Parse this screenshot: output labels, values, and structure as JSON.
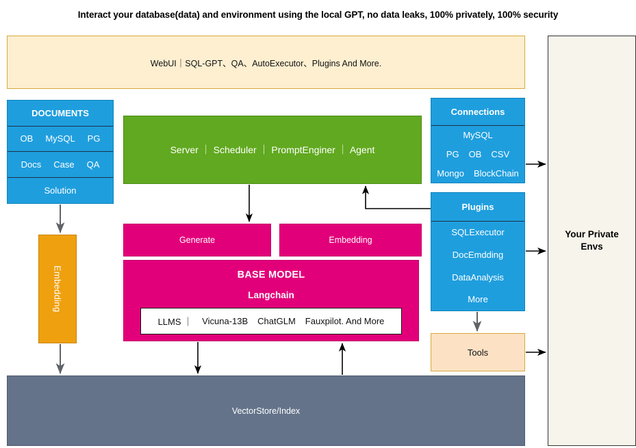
{
  "title": "Interact your database(data) and environment using the local GPT, no data leaks, 100% privately, 100% security",
  "webui": {
    "label": "WebUI｜SQL-GPT、QA、AutoExecutor、Plugins And More."
  },
  "private_envs": {
    "line1": "Your Private",
    "line2": "Envs"
  },
  "documents": {
    "header": "DOCUMENTS",
    "row1": [
      "OB",
      "MySQL",
      "PG"
    ],
    "row2": [
      "Docs",
      "Case",
      "QA"
    ],
    "row3": [
      "Solution"
    ]
  },
  "connections": {
    "header": "Connections",
    "row1": [
      "MySQL"
    ],
    "row2": [
      "PG",
      "OB",
      "CSV"
    ],
    "row3": [
      "Mongo",
      "BlockChain"
    ]
  },
  "plugins": {
    "header": "Plugins",
    "items": [
      "SQLExecutor",
      "DocEmdding",
      "DataAnalysis",
      "More"
    ]
  },
  "server": {
    "label": "Server ｜ Scheduler  ｜ PromptEnginer   ｜  Agent"
  },
  "generate": {
    "label": "Generate"
  },
  "embedding_top": {
    "label": "Embedding"
  },
  "base_model": {
    "title": "BASE MODEL",
    "subtitle": "Langchain",
    "strip": [
      "LLMS ｜",
      "Vicuna-13B",
      "ChatGLM",
      "Fauxpilot. And More"
    ]
  },
  "embedding_left": {
    "label": "Embedding"
  },
  "tools": {
    "label": "Tools"
  },
  "vectorstore": {
    "label": "VectorStore/Index"
  },
  "colors": {
    "blue": "#1f9ede",
    "green": "#61a920",
    "magenta": "#e2007a",
    "orange": "#efa00f",
    "cream": "#fdefd0",
    "peach": "#fce1c4",
    "slate": "#64738a",
    "envs": "#f7f4ec",
    "arrow_dark": "#000000",
    "arrow_gray": "#5f6368"
  }
}
